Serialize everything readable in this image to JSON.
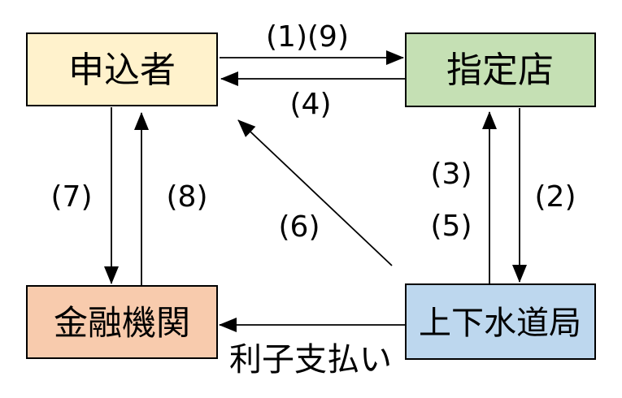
{
  "diagram": {
    "background": "#ffffff",
    "line_color": "#000000",
    "border_color": "#000000",
    "nodes": {
      "applicant": {
        "label": "申込者",
        "fill": "#FFF2CC"
      },
      "designated_store": {
        "label": "指定店",
        "fill": "#C5E0B4"
      },
      "financial_institution": {
        "label": "金融機関",
        "fill": "#F8CBAD"
      },
      "water_bureau": {
        "label": "上下水道局",
        "fill": "#BDD7EE"
      }
    },
    "arrow_labels": {
      "applicant_to_store": "(1)(9)",
      "store_to_applicant": "(4)",
      "store_to_bureau": "(2)",
      "bureau_to_store_upper": "(3)",
      "bureau_to_store_lower": "(5)",
      "bureau_to_applicant": "(6)",
      "applicant_to_bank": "(7)",
      "bank_to_applicant": "(8)",
      "bureau_to_bank": "利子支払い"
    },
    "edges": [
      {
        "from": "申込者",
        "to": "指定店",
        "label": "(1)(9)"
      },
      {
        "from": "指定店",
        "to": "申込者",
        "label": "(4)"
      },
      {
        "from": "指定店",
        "to": "上下水道局",
        "label": "(2)"
      },
      {
        "from": "上下水道局",
        "to": "指定店",
        "label": "(3)(5)"
      },
      {
        "from": "申込者",
        "to": "金融機関",
        "label": "(7)"
      },
      {
        "from": "金融機関",
        "to": "申込者",
        "label": "(8)"
      },
      {
        "from": "上下水道局",
        "to": "申込者",
        "label": "(6)"
      },
      {
        "from": "上下水道局",
        "to": "金融機関",
        "label": "利子支払い"
      }
    ]
  }
}
